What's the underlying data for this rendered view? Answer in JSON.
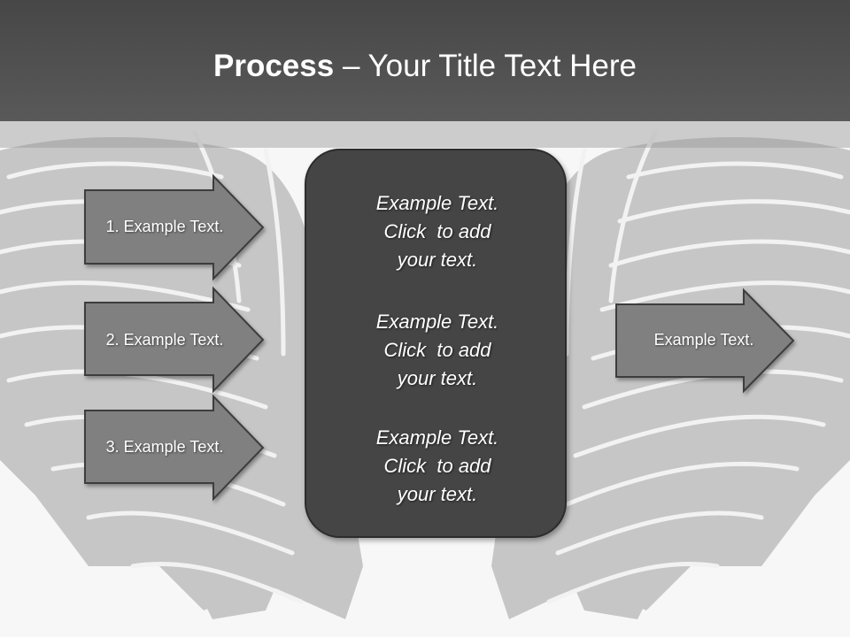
{
  "title": {
    "bold": "Process",
    "rest": " – Your Title Text Here"
  },
  "left_steps": [
    {
      "label": "1. Example Text."
    },
    {
      "label": "2. Example Text."
    },
    {
      "label": "3. Example Text."
    }
  ],
  "center_blocks": [
    {
      "line1": "Example Text.",
      "line2": "Click  to add",
      "line3": "your text."
    },
    {
      "line1": "Example Text.",
      "line2": "Click  to add",
      "line3": "your text."
    },
    {
      "line1": "Example Text.",
      "line2": "Click  to add",
      "line3": "your text."
    }
  ],
  "output": {
    "label": "Example Text."
  },
  "colors": {
    "title_bar": "#4f4f4f",
    "arrow_fill": "#7f7f7f",
    "center_box": "#454545",
    "wings": "#c4c4c4"
  }
}
